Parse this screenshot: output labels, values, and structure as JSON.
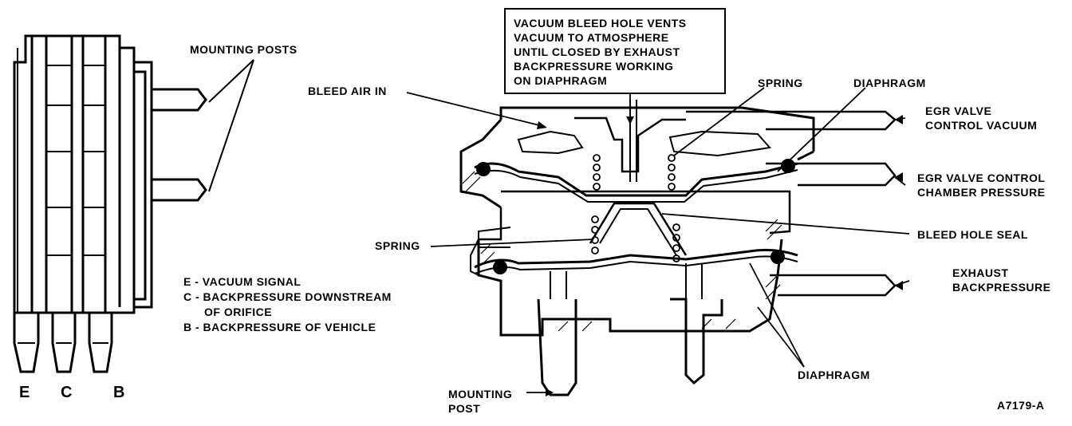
{
  "callout": {
    "lines": [
      "VACUUM BLEED HOLE VENTS",
      "VACUUM TO ATMOSPHERE",
      "UNTIL CLOSED BY EXHAUST",
      "BACKPRESSURE WORKING",
      "ON DIAPHRAGM"
    ]
  },
  "labels": {
    "mounting_posts": "MOUNTING POSTS",
    "bleed_air_in": "BLEED AIR IN",
    "spring_top": "SPRING",
    "diaphragm_top": "DIAPHRAGM",
    "egr_vacuum": [
      "EGR VALVE",
      "CONTROL VACUUM"
    ],
    "egr_chamber": [
      "EGR VALVE CONTROL",
      "CHAMBER PRESSURE"
    ],
    "bleed_hole_seal": "BLEED HOLE SEAL",
    "exhaust_backpressure": [
      "EXHAUST",
      "BACKPRESSURE"
    ],
    "spring_left": "SPRING",
    "diaphragm_bottom": "DIAPHRAGM",
    "mounting_post": [
      "MOUNTING",
      "POST"
    ],
    "figure_id": "A7179-A"
  },
  "legend": [
    "E - VACUUM SIGNAL",
    "C - BACKPRESSURE DOWNSTREAM",
    "OF ORIFICE",
    "B - BACKPRESSURE OF VEHICLE"
  ],
  "ports": [
    "E",
    "C",
    "B"
  ]
}
